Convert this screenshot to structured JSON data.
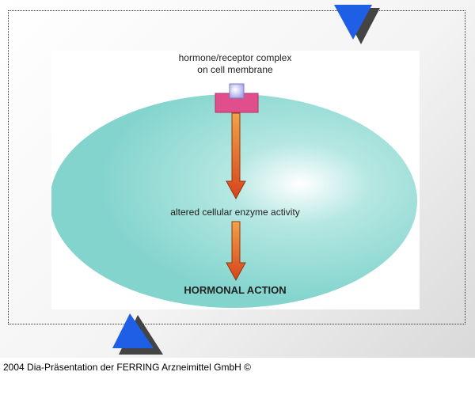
{
  "diagram": {
    "label_complex_line1": "hormone/receptor complex",
    "label_complex_line2": "on cell membrane",
    "label_enzyme": "altered cellular enzyme activity",
    "label_action": "HORMONAL ACTION"
  },
  "footer": {
    "text": "2004 Dia-Präsentation der FERRING Arzneimittel GmbH ©"
  },
  "colors": {
    "cell": "#86d6cf",
    "receptor": "#e04f8c",
    "hormone": "#b9b9ef",
    "arrow_top": "#f2a24a",
    "arrow_bottom": "#d8431b",
    "triangle": "#1f5fe6",
    "triangle_shadow": "#444444"
  },
  "icons": [
    "down-triangle-icon",
    "up-triangle-icon",
    "hormone-receptor-icon",
    "down-arrow-icon"
  ]
}
